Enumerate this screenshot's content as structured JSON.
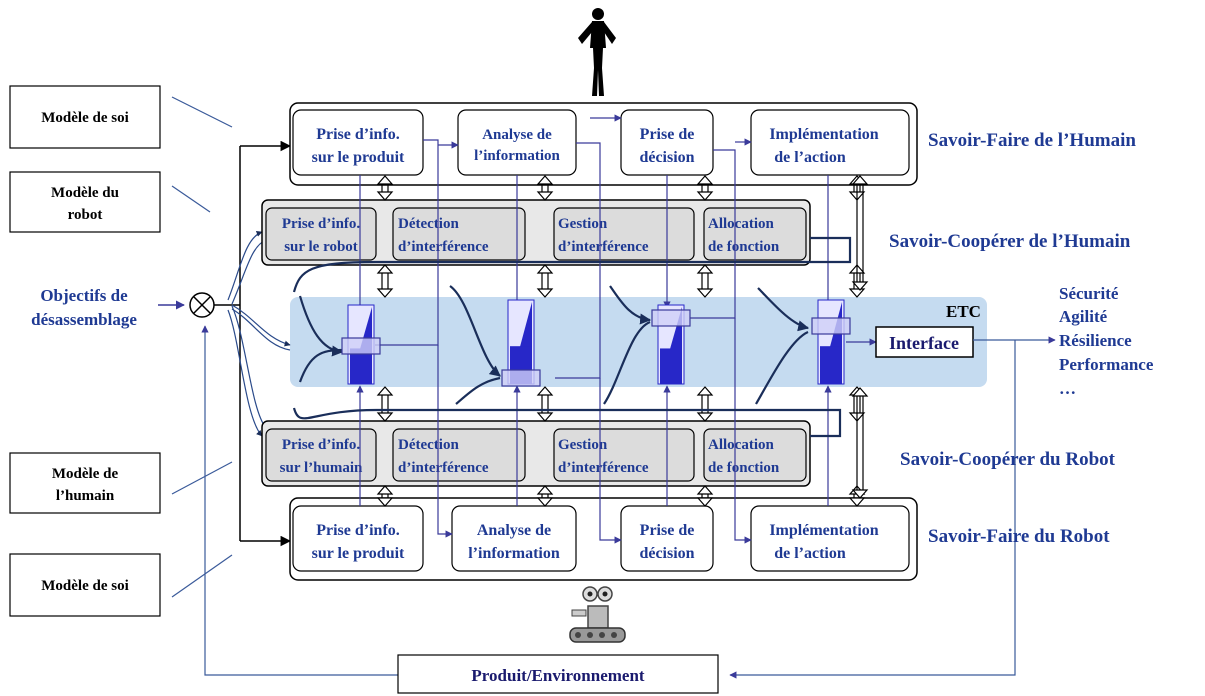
{
  "models": {
    "soi_top": "Modèle de soi",
    "robot_line1": "Modèle du",
    "robot_line2": "robot",
    "humain_line1": "Modèle de",
    "humain_line2": "l’humain",
    "soi_bottom": "Modèle de soi"
  },
  "input": {
    "objectifs_line1": "Objectifs de",
    "objectifs_line2": "désassemblage"
  },
  "human_know_how": {
    "title": "Savoir-Faire de l’Humain",
    "b1_l1": "Prise d’info.",
    "b1_l2": "sur le produit",
    "b2_l1": "Analyse de",
    "b2_l2": "l’information",
    "b3_l1": "Prise de",
    "b3_l2": "décision",
    "b4_l1": "Implémentation",
    "b4_l2": "de l’action"
  },
  "human_coop": {
    "title": "Savoir-Coopérer de l’Humain",
    "b1_l1": "Prise d’info.",
    "b1_l2": "sur le robot",
    "b2_l1": "Détection",
    "b2_l2": "d’interférence",
    "b3_l1": "Gestion",
    "b3_l2": "d’interférence",
    "b4_l1": "Allocation",
    "b4_l2": "de fonction"
  },
  "etc": {
    "title": "ETC",
    "interface": "Interface"
  },
  "outputs": [
    "Sécurité",
    "Agilité",
    "Résilience",
    "Performance",
    "…"
  ],
  "robot_coop": {
    "title": "Savoir-Coopérer du Robot",
    "b1_l1": "Prise d’info.",
    "b1_l2": "sur l’humain",
    "b2_l1": "Détection",
    "b2_l2": "d’interférence",
    "b3_l1": "Gestion",
    "b3_l2": "d’interférence",
    "b4_l1": "Allocation",
    "b4_l2": "de fonction"
  },
  "robot_know_how": {
    "title": "Savoir-Faire du Robot",
    "b1_l1": "Prise d’info.",
    "b1_l2": "sur le produit",
    "b2_l1": "Analyse de",
    "b2_l2": "l’information",
    "b3_l1": "Prise de",
    "b3_l2": "décision",
    "b4_l1": "Implémentation",
    "b4_l2": "de l’action"
  },
  "feedback": {
    "label": "Produit/Environnement"
  },
  "icons": [
    "human-figure-icon",
    "robot-figure-icon",
    "comparator-icon"
  ],
  "colors": {
    "etc_band": "#c5dbf0",
    "text_blue": "#1f3a93",
    "block_blue": "#2727c8",
    "arrow_blue": "#3a3a9a"
  }
}
